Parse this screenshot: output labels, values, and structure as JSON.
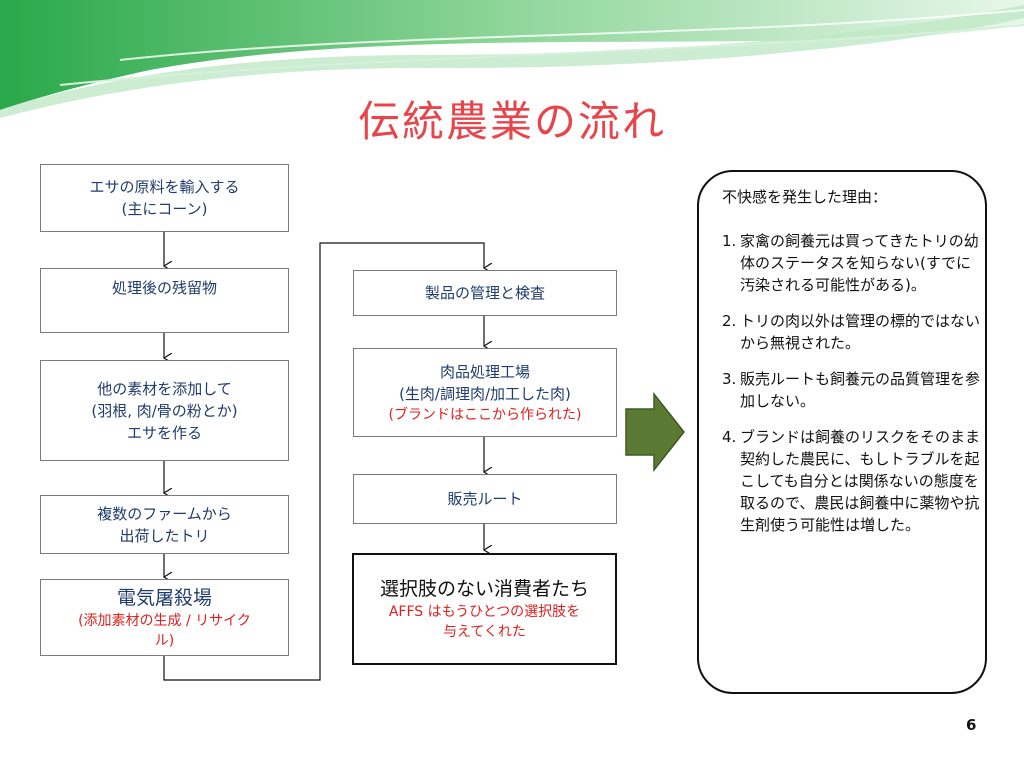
{
  "title": "伝統農業の流れ",
  "left_column": {
    "box1": {
      "line1": "エサの原料を輸入する",
      "line2": "(主にコーン)"
    },
    "box2": {
      "line1": "処理後の残留物"
    },
    "box3": {
      "line1": "他の素材を添加して",
      "line2": "(羽根, 肉/骨の粉とか)",
      "line3": "エサを作る"
    },
    "box4": {
      "line1": "複数のファームから",
      "line2": "出荷したトリ"
    },
    "box5": {
      "line1": "電気屠殺場",
      "note1": "(添加素材の生成 / リサイク",
      "note2": "ル)"
    }
  },
  "middle_column": {
    "box1": {
      "line1": "製品の管理と検査"
    },
    "box2": {
      "line1": "肉品処理工場",
      "line2": "(生肉/調理肉/加工した肉)",
      "note1": "(ブランドはここから作られた)"
    },
    "box3": {
      "line1": "販売ルート"
    },
    "box4": {
      "line1": "選択肢のない消費者たち",
      "note1": "AFFS はもうひとつの選択肢を",
      "note2": "与えてくれた"
    }
  },
  "reasons": {
    "heading": "不快感を発生した理由：",
    "items": [
      {
        "num": "1.",
        "text": "家禽の飼養元は買ってきたトリの幼体のステータスを知らない(すでに汚染される可能性がある)。"
      },
      {
        "num": "2.",
        "text": "トリの肉以外は管理の標的ではないから無視された。"
      },
      {
        "num": "3.",
        "text": "販売ルートも飼養元の品質管理を参加しない。"
      },
      {
        "num": "4.",
        "text": "ブランドは飼養のリスクをそのまま契約した農民に、もしトラブルを起こしても自分とは関係ないの態度を取るので、農民は飼養中に薬物や抗生剤使う可能性は増した。"
      }
    ]
  },
  "page_number": "6",
  "colors": {
    "title": "#e8454a",
    "box_text": "#1f3c6e",
    "note": "#e02020",
    "arrow_fill": "#5a7a34"
  }
}
